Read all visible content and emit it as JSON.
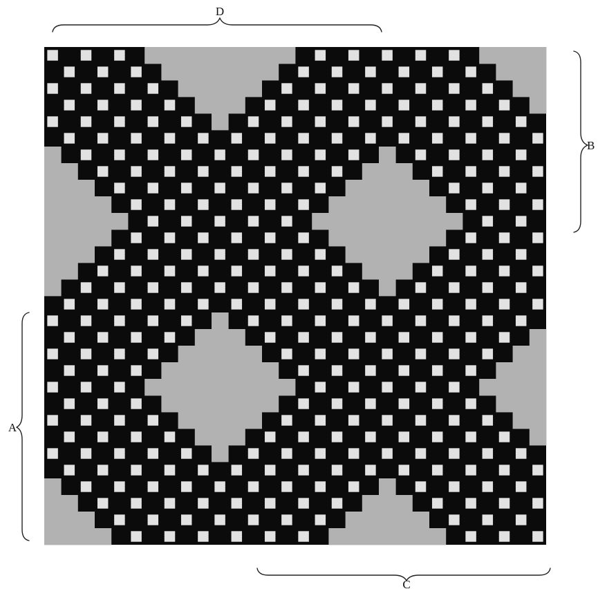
{
  "colors": {
    "ground": "#0b0b0b",
    "block": "#b2b2b2",
    "check": "#e2e2e2",
    "paper": "#ffffff",
    "ink": "#222222"
  },
  "labels": {
    "A": "A",
    "B": "B",
    "C": "C",
    "D": "D"
  }
}
